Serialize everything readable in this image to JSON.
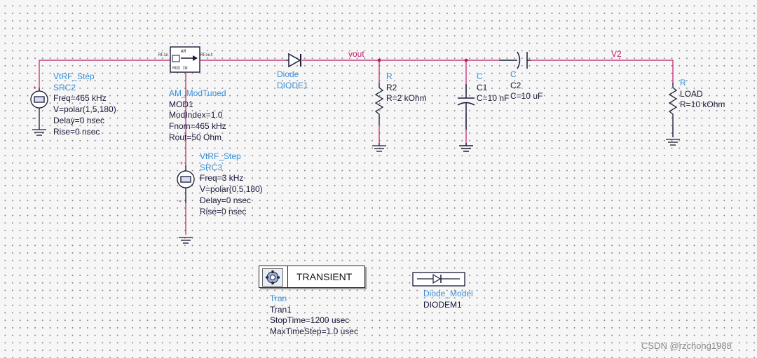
{
  "colors": {
    "wire": "#c01c6e",
    "component": "#1a1a3a",
    "component_label": "#3a8fd8",
    "ground": "#1a1a3a"
  },
  "nets": {
    "vout": "vout",
    "v2": "V2"
  },
  "src2": {
    "type": "VtRF_Step",
    "name": "SRC2",
    "freq": "Freq=465 kHz",
    "v": "V=polar(1,5,180)",
    "delay": "Delay=0 nsec",
    "rise": "Rise=0 nsec",
    "plus": "+",
    "minus": "-"
  },
  "mod1": {
    "type": "AM_ModTuned",
    "name": "MOD1",
    "modindex": "ModIndex=1.0",
    "fnom": "Fnom=465 kHz",
    "rout": "Rout=50 Ohm",
    "box_top": "AM",
    "box_bottom": "MOD IN",
    "rfin": "RFin",
    "rfout": "RFout"
  },
  "src3": {
    "type": "VtRF_Step",
    "name": "SRC3",
    "freq": "Freq=3 kHz",
    "v": "V=polar(0.5,180)",
    "delay": "Delay=0 nsec",
    "rise": "Rise=0 nsec",
    "plus": "+",
    "minus": "-"
  },
  "diode1": {
    "type": "Diode",
    "name": "DIODE1"
  },
  "r2": {
    "type": "R",
    "name": "R2",
    "value": "R=2 kOhm"
  },
  "c1": {
    "type": "C",
    "name": "C1",
    "value": "C=10 nF"
  },
  "c2": {
    "type": "C",
    "name": "C2",
    "value": "C=10 uF"
  },
  "load": {
    "type": "R",
    "name": "LOAD",
    "value": "R=10 kOhm"
  },
  "tran": {
    "button": "TRANSIENT",
    "type": "Tran",
    "name": "Tran1",
    "stoptime": "StopTime=1200 usec",
    "maxstep": "MaxTimeStep=1.0 usec"
  },
  "diode_model": {
    "type": "Diode_Model",
    "name": "DIODEM1"
  },
  "watermark": "CSDN @rzchong1988"
}
